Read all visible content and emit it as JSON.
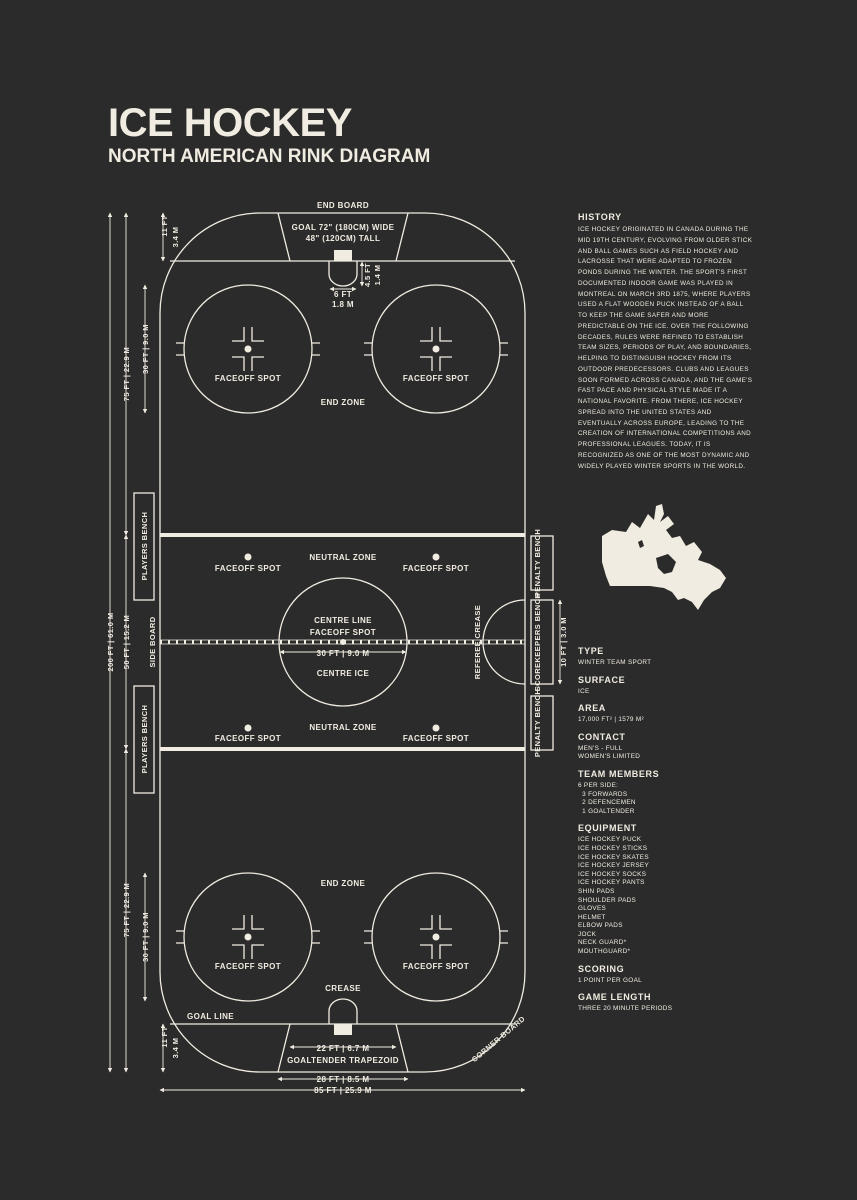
{
  "header": {
    "title": "ICE HOCKEY",
    "subtitle": "NORTH AMERICAN RINK DIAGRAM"
  },
  "rink": {
    "end_board": "END BOARD",
    "goal_size_line1": "GOAL 72\" (180CM) WIDE",
    "goal_size_line2": "48\" (120CM) TALL",
    "crease_depth_ft": "4.5 FT",
    "crease_depth_m": "1.4 M",
    "crease_width_ft": "6 FT",
    "crease_width_m": "1.8 M",
    "faceoff_spot": "FACEOFF SPOT",
    "end_zone": "END ZONE",
    "neutral_zone": "NEUTRAL ZONE",
    "centre_line": "CENTRE LINE",
    "centre_faceoff": "FACEOFF SPOT",
    "centre_circle_dim": "30 FT | 9.0 M",
    "centre_ice": "CENTRE ICE",
    "referee_crease": "REFEREE CREASE",
    "crease": "CREASE",
    "goal_line": "GOAL LINE",
    "corner_board": "CORNER BOARD",
    "trapezoid_dim": "22 FT | 6.7 M",
    "goaltender_trapezoid": "GOALTENDER TRAPEZOID",
    "trapezoid_base": "28 FT | 8.5 M",
    "rink_width": "85 FT | 25.9 M",
    "players_bench": "PLAYERS BENCH",
    "side_board": "SIDE BOARD",
    "penalty_bench": "PENALTY BENCH",
    "scorekeepers_bench": "SCOREKEEPERS BENCH",
    "scorekeepers_dim": "10 FT | 3.0 M",
    "dim_total": "200 FT | 61.0 M",
    "dim_zone": "75 FT | 22.9 M",
    "dim_neutral": "50 FT | 15.2 M",
    "dim_circle": "30 FT | 9.0 M",
    "dim_goal": "11 FT",
    "dim_goal_m": "3.4 M"
  },
  "history": {
    "heading": "HISTORY",
    "text": "Ice hockey originated in Canada during the mid 19th century, evolving from older stick and ball games such as field hockey and lacrosse that were adapted to frozen ponds during the winter. The sport's first documented indoor game was played in Montreal on March 3rd 1875, where players used a flat wooden puck instead of a ball to keep the game safer and more predictable on the ice. Over the following decades, rules were refined to establish team sizes, periods of play, and boundaries, helping to distinguish hockey from its outdoor predecessors. Clubs and leagues soon formed across Canada, and the game's fast pace and physical style made it a national favorite. From there, ice hockey spread into the United States and eventually across Europe, leading to the creation of international competitions and professional leagues. Today, it is recognized as one of the most dynamic and widely played winter sports in the world."
  },
  "map": {
    "icon": "canada-map-icon",
    "color": "#f1ece1"
  },
  "info": {
    "type_h": "TYPE",
    "type": "WINTER TEAM SPORT",
    "surface_h": "SURFACE",
    "surface": "ICE",
    "area_h": "AREA",
    "area": "17,000 FT² | 1579 M²",
    "contact_h": "CONTACT",
    "contact_1": "MEN'S - FULL",
    "contact_2": "WOMEN'S LIMITED",
    "team_h": "TEAM MEMBERS",
    "team": [
      "6 PER SIDE:",
      "  3 FORWARDS",
      "  2 DEFENCEMEN",
      "  1 GOALTENDER"
    ],
    "equipment_h": "EQUIPMENT",
    "equipment": [
      "ICE HOCKEY PUCK",
      "ICE HOCKEY STICKS",
      "ICE HOCKEY SKATES",
      "ICE HOCKEY JERSEY",
      "ICE HOCKEY SOCKS",
      "ICE HOCKEY PANTS",
      "SHIN PADS",
      "SHOULDER PADS",
      "GLOVES",
      "HELMET",
      "ELBOW PADS",
      "JOCK",
      "NECK GUARD*",
      "MOUTHGUARD*"
    ],
    "scoring_h": "SCORING",
    "scoring": "1 POINT PER GOAL",
    "length_h": "GAME LENGTH",
    "length": "THREE 20 MINUTE PERIODS"
  },
  "colors": {
    "background": "#2b2b2b",
    "ink": "#f1ece1"
  }
}
